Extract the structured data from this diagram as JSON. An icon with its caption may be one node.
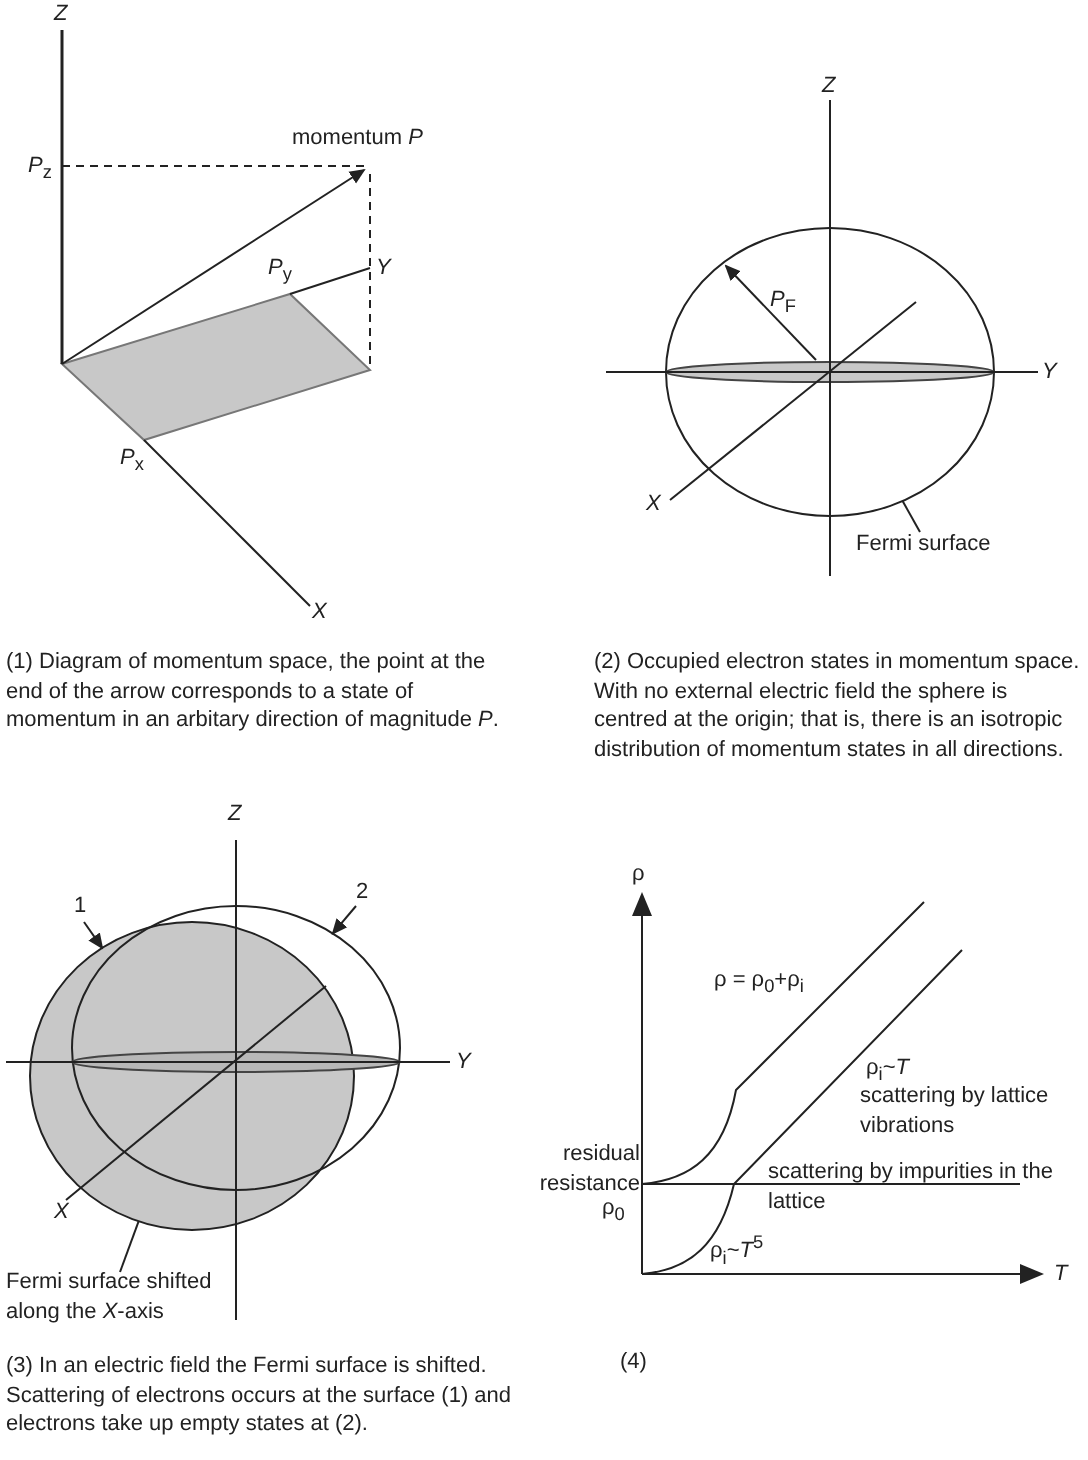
{
  "diagram": {
    "nodes": [
      {
        "text": [
          "Fermi surface"
        ]
      },
      {
        "text": [],
        "shape": "circle"
      },
      {
        "text": [
          "1"
        ]
      },
      {
        "text": [],
        "shape": "circle"
      },
      {
        "text": [
          "2"
        ]
      },
      {
        "text": [],
        "shape": "circle"
      },
      {
        "text": [
          "Fermi surface shifted along the *X*-axis"
        ]
      }
    ],
    "edges": [
      {
        "from": 0,
        "to": 1,
        "arrow": "none"
      },
      {
        "from": 2,
        "to": 3,
        "arrow": "to"
      },
      {
        "from": 4,
        "to": 5,
        "arrow": "to"
      },
      {
        "from": 6,
        "to": 3,
        "arrow": "none"
      }
    ],
    "labels": [
      "Z",
      "momentum *P*",
      "*P*$_{z}$",
      "*P*$_{y}$",
      "Y",
      "*P*$_{x}$",
      "X",
      "Z",
      "*P*$_{F}$",
      "Y",
      "X",
      "(1) Diagram of momentum space, the point at the end of the arrow corresponds to a state of momentum in an arbitary direction of magnitude *P*.",
      "(2) Occupied electron states in momentum space. With no external electric field the sphere is centred at the origin; that is, there is an isotropic distribution of momentum states in all directions.",
      "Z",
      "Y",
      "X",
      "ρ",
      "ρ = ρ$_{0}$+ρ$_{i}$",
      "ρ$_{i}$~*T*",
      "scattering by lattice vibrations",
      "residual resistance",
      "scattering by impurities in the lattice",
      "ρ$_{0}$",
      "ρ$_{i}$~*T*$^{5}$",
      "T",
      "(3) In an electric field the Fermi surface is shifted. Scattering of electrons occurs at the surface (1) and electrons take up empty states at (2).",
      "(4)"
    ]
  }
}
